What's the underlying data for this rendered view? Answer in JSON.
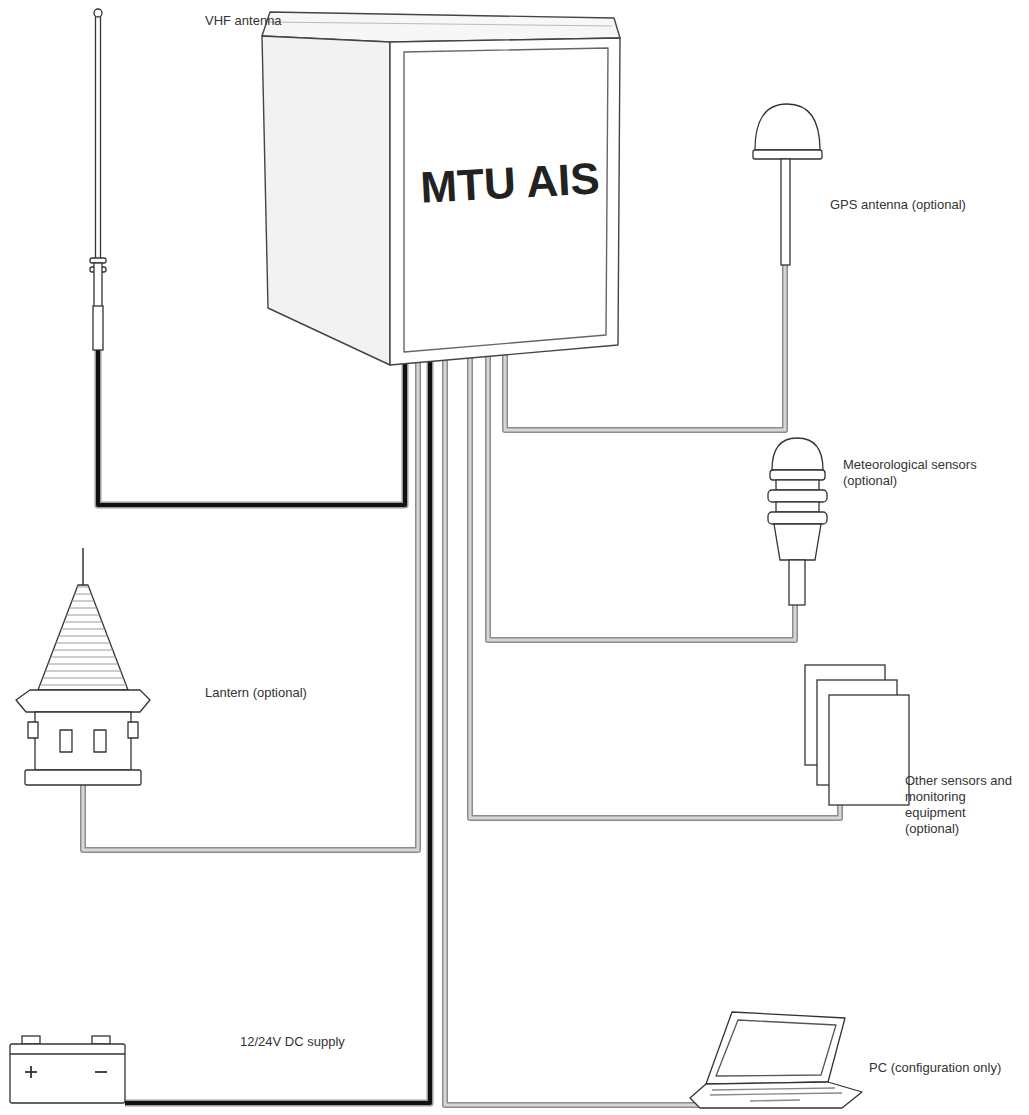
{
  "diagram": {
    "nodes": [
      {
        "text": [
          "MTU AIS"
        ]
      },
      {
        "text": [
          "VHF antenna"
        ]
      },
      {
        "text": [
          "GPS antenna (optional)"
        ]
      },
      {
        "text": [
          "Meteorological sensors (optional)"
        ]
      },
      {
        "text": [
          "Lantern (optional)"
        ]
      },
      {
        "text": [
          "Other sensors and monitoring equipment (optional)"
        ]
      },
      {
        "text": [
          "12/24V DC supply"
        ]
      },
      {
        "text": [
          "PC (configuration only)"
        ]
      }
    ],
    "edges": [
      {
        "from": 1,
        "to": 0,
        "arrow": "none"
      },
      {
        "from": 2,
        "to": 0,
        "arrow": "none"
      },
      {
        "from": 3,
        "to": 0,
        "arrow": "none"
      },
      {
        "from": 4,
        "to": 0,
        "arrow": "none"
      },
      {
        "from": 5,
        "to": 0,
        "arrow": "none"
      },
      {
        "from": 6,
        "to": 0,
        "arrow": "none"
      },
      {
        "from": 7,
        "to": 0,
        "arrow": "none"
      }
    ]
  }
}
